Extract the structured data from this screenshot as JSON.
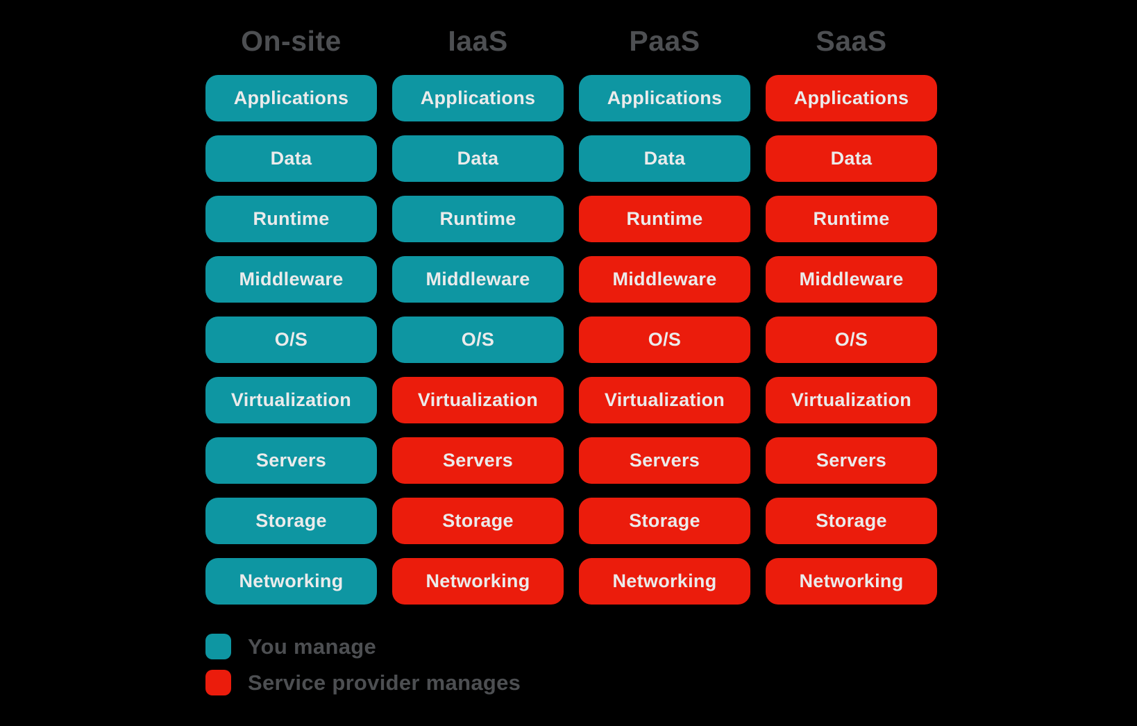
{
  "matrix": {
    "row_labels": [
      "Applications",
      "Data",
      "Runtime",
      "Middleware",
      "O/S",
      "Virtualization",
      "Servers",
      "Storage",
      "Networking"
    ],
    "columns": [
      {
        "label": "On-site",
        "manager": [
          "you",
          "you",
          "you",
          "you",
          "you",
          "you",
          "you",
          "you",
          "you"
        ]
      },
      {
        "label": "IaaS",
        "manager": [
          "you",
          "you",
          "you",
          "you",
          "you",
          "provider",
          "provider",
          "provider",
          "provider"
        ]
      },
      {
        "label": "PaaS",
        "manager": [
          "you",
          "you",
          "provider",
          "provider",
          "provider",
          "provider",
          "provider",
          "provider",
          "provider"
        ]
      },
      {
        "label": "SaaS",
        "manager": [
          "provider",
          "provider",
          "provider",
          "provider",
          "provider",
          "provider",
          "provider",
          "provider",
          "provider"
        ]
      }
    ]
  },
  "legend": {
    "items": [
      {
        "key": "you",
        "label": "You manage"
      },
      {
        "key": "provider",
        "label": "Service provider manages"
      }
    ]
  },
  "colors": {
    "background": "#000000",
    "you_manage": "#0e96a2",
    "provider_manages": "#eb1c0c",
    "heading_text": "#4d4f52",
    "pill_text": "#ebebeb"
  }
}
